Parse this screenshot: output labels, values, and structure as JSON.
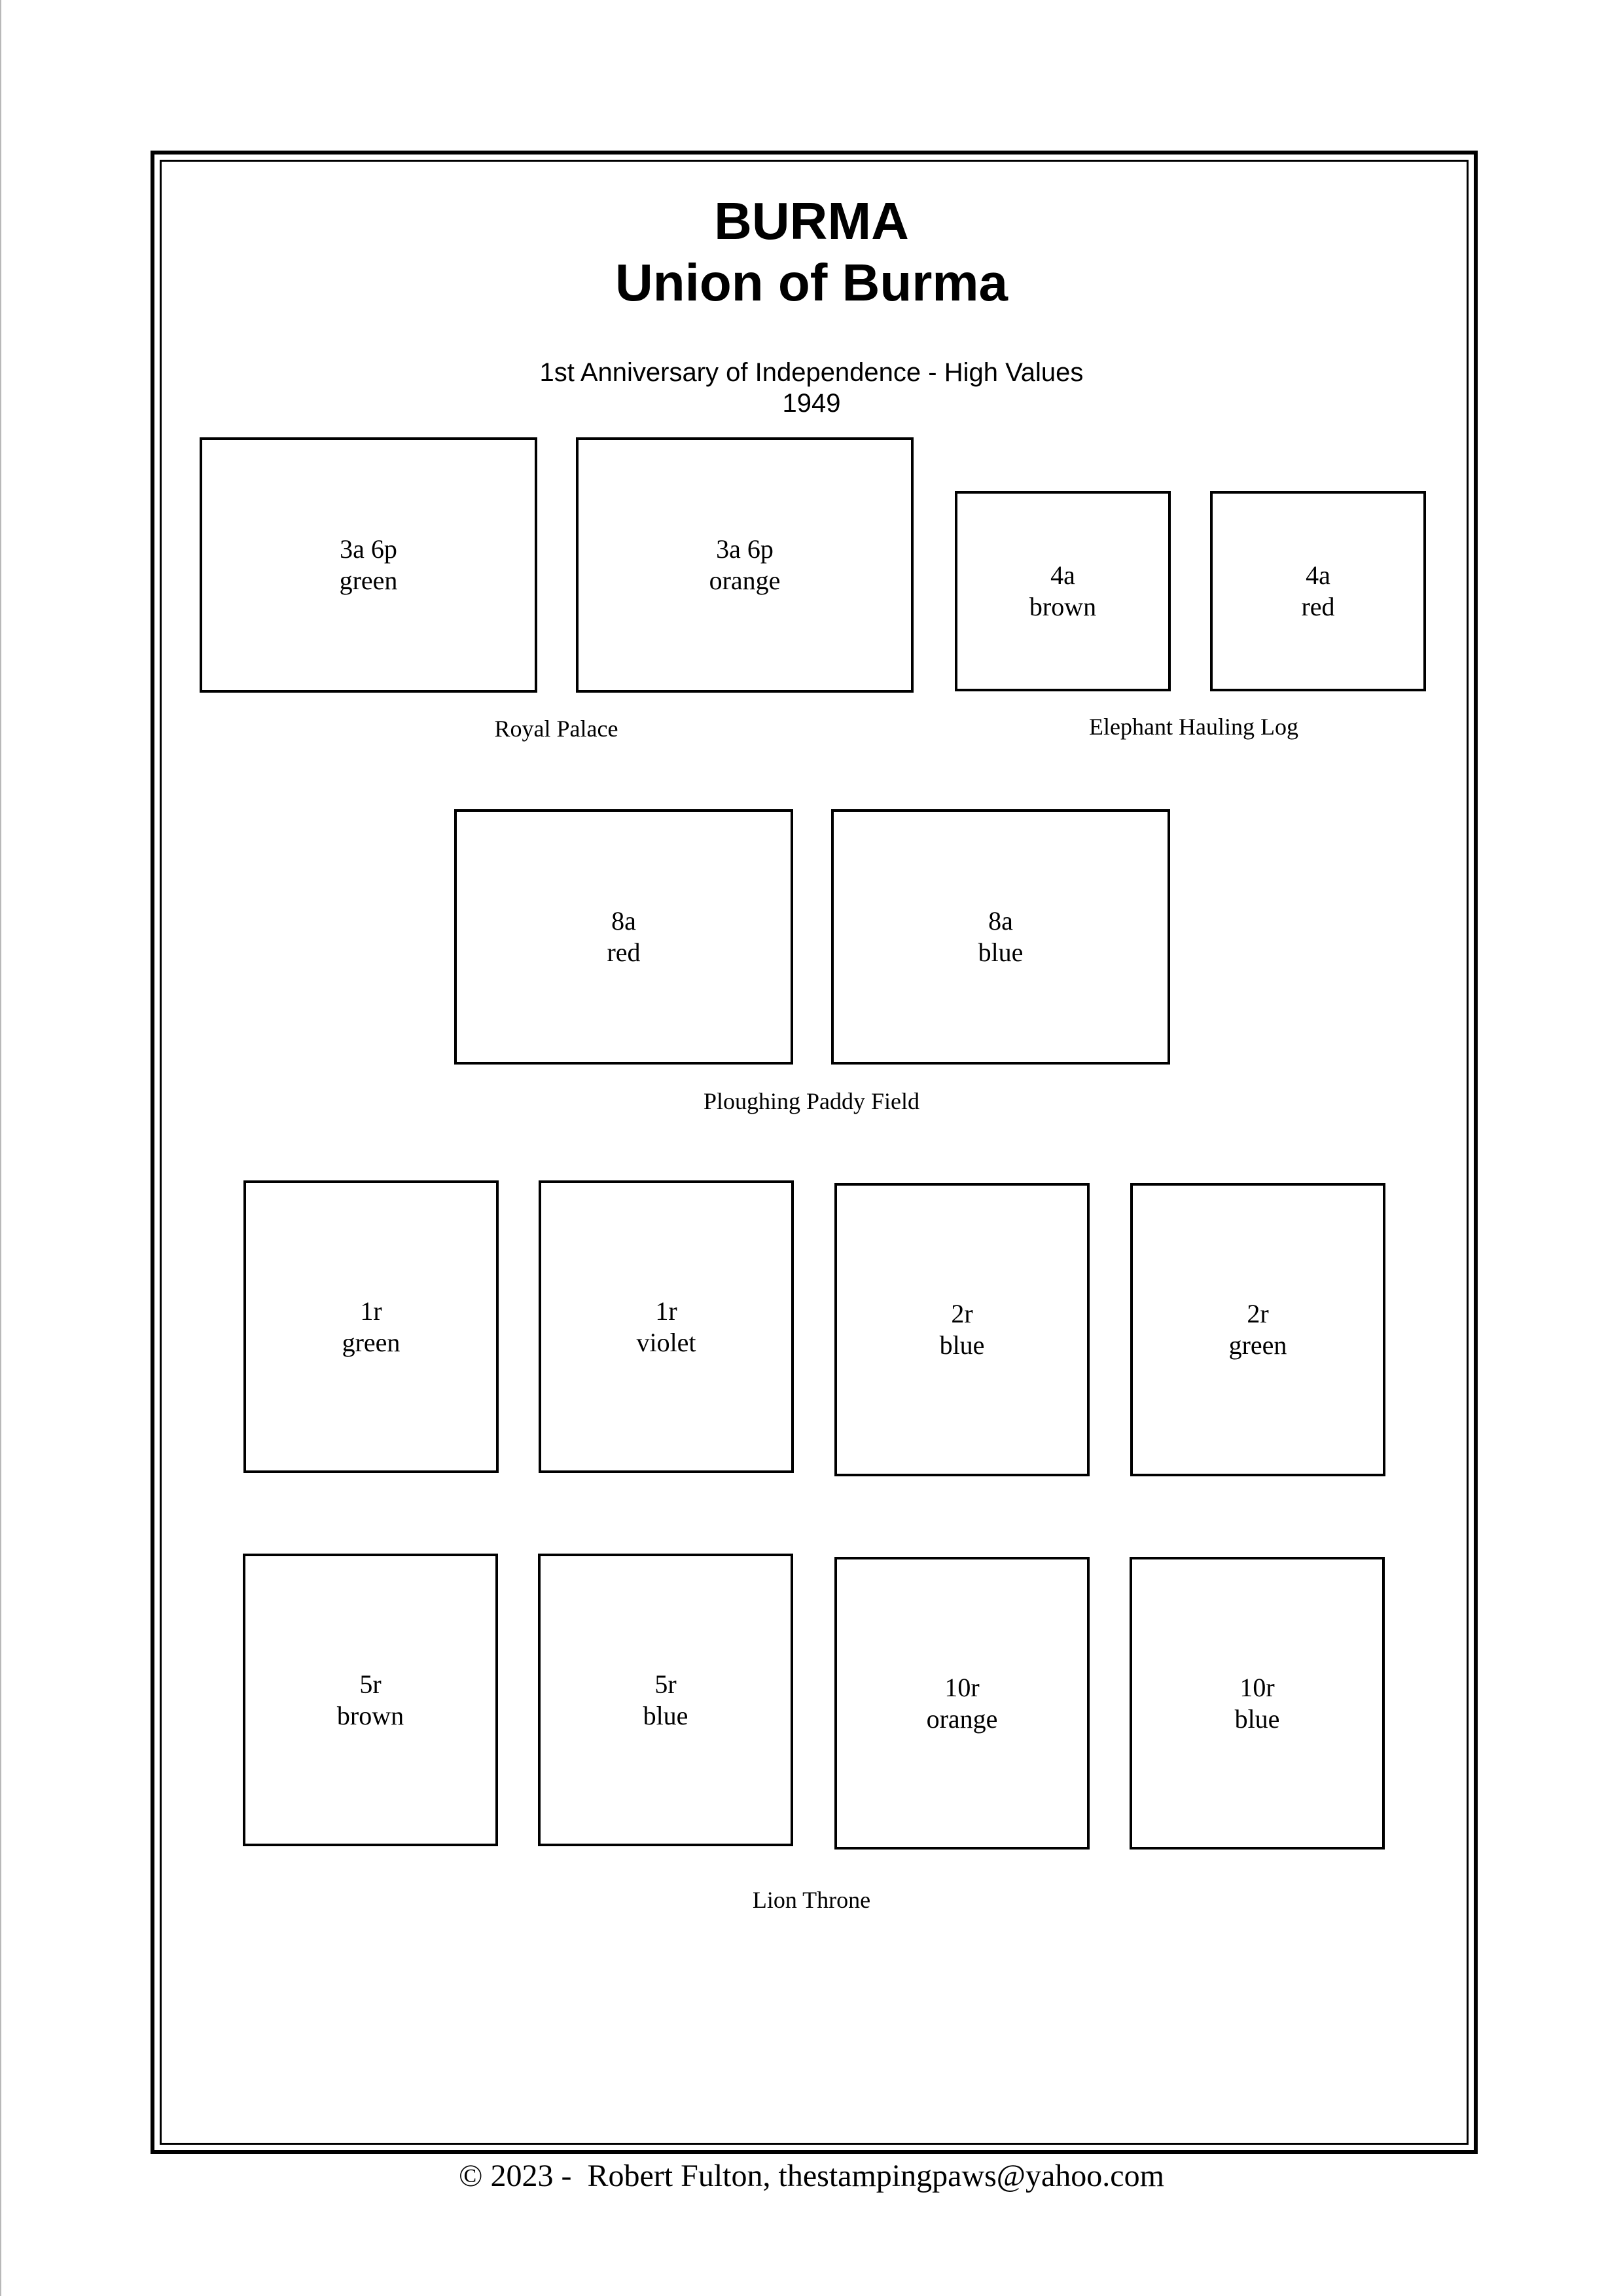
{
  "header": {
    "title_line1": "BURMA",
    "title_line2": "Union of Burma",
    "subtitle_line1": "1st Anniversary of Independence - High Values",
    "subtitle_line2": "1949"
  },
  "stamps": [
    {
      "value": "3a 6p",
      "color": "green"
    },
    {
      "value": "3a 6p",
      "color": "orange"
    },
    {
      "value": "4a",
      "color": "brown"
    },
    {
      "value": "4a",
      "color": "red"
    },
    {
      "value": "8a",
      "color": "red"
    },
    {
      "value": "8a",
      "color": "blue"
    },
    {
      "value": "1r",
      "color": "green"
    },
    {
      "value": "1r",
      "color": "violet"
    },
    {
      "value": "2r",
      "color": "blue"
    },
    {
      "value": "2r",
      "color": "green"
    },
    {
      "value": "5r",
      "color": "brown"
    },
    {
      "value": "5r",
      "color": "blue"
    },
    {
      "value": "10r",
      "color": "orange"
    },
    {
      "value": "10r",
      "color": "blue"
    }
  ],
  "captions": {
    "royal_palace": "Royal Palace",
    "elephant": "Elephant Hauling Log",
    "paddy": "Ploughing Paddy Field",
    "lion": "Lion Throne"
  },
  "footer": {
    "copyright": "© 2023 -  Robert Fulton, thestampingpaws@yahoo.com"
  }
}
